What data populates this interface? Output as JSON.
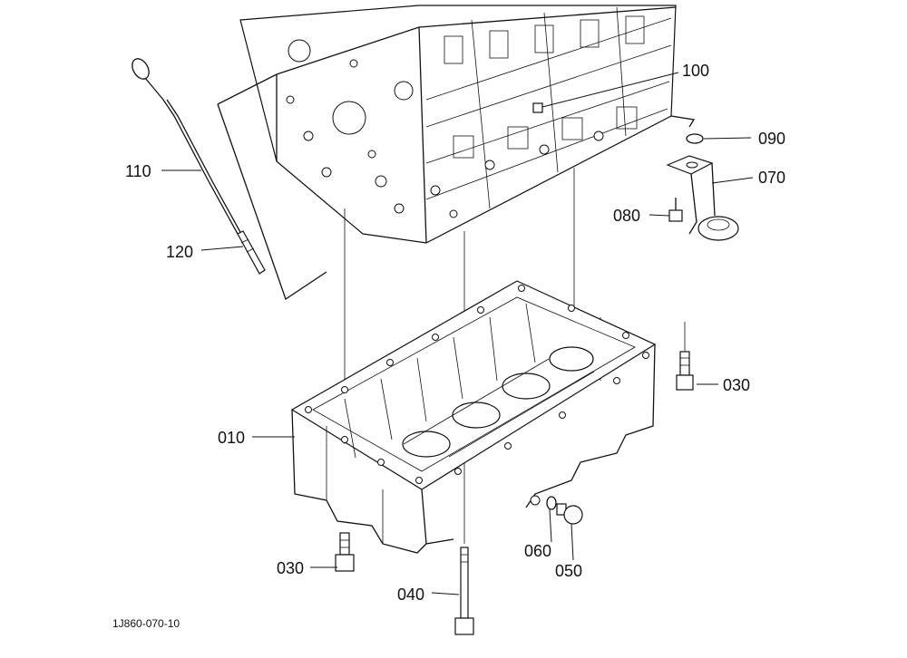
{
  "parts": {
    "p010": "010",
    "p030a": "030",
    "p030b": "030",
    "p040": "040",
    "p050": "050",
    "p060": "060",
    "p070": "070",
    "p080": "080",
    "p090": "090",
    "p100": "100",
    "p110": "110",
    "p120": "120"
  },
  "drawing_id": "1J860-070-10"
}
